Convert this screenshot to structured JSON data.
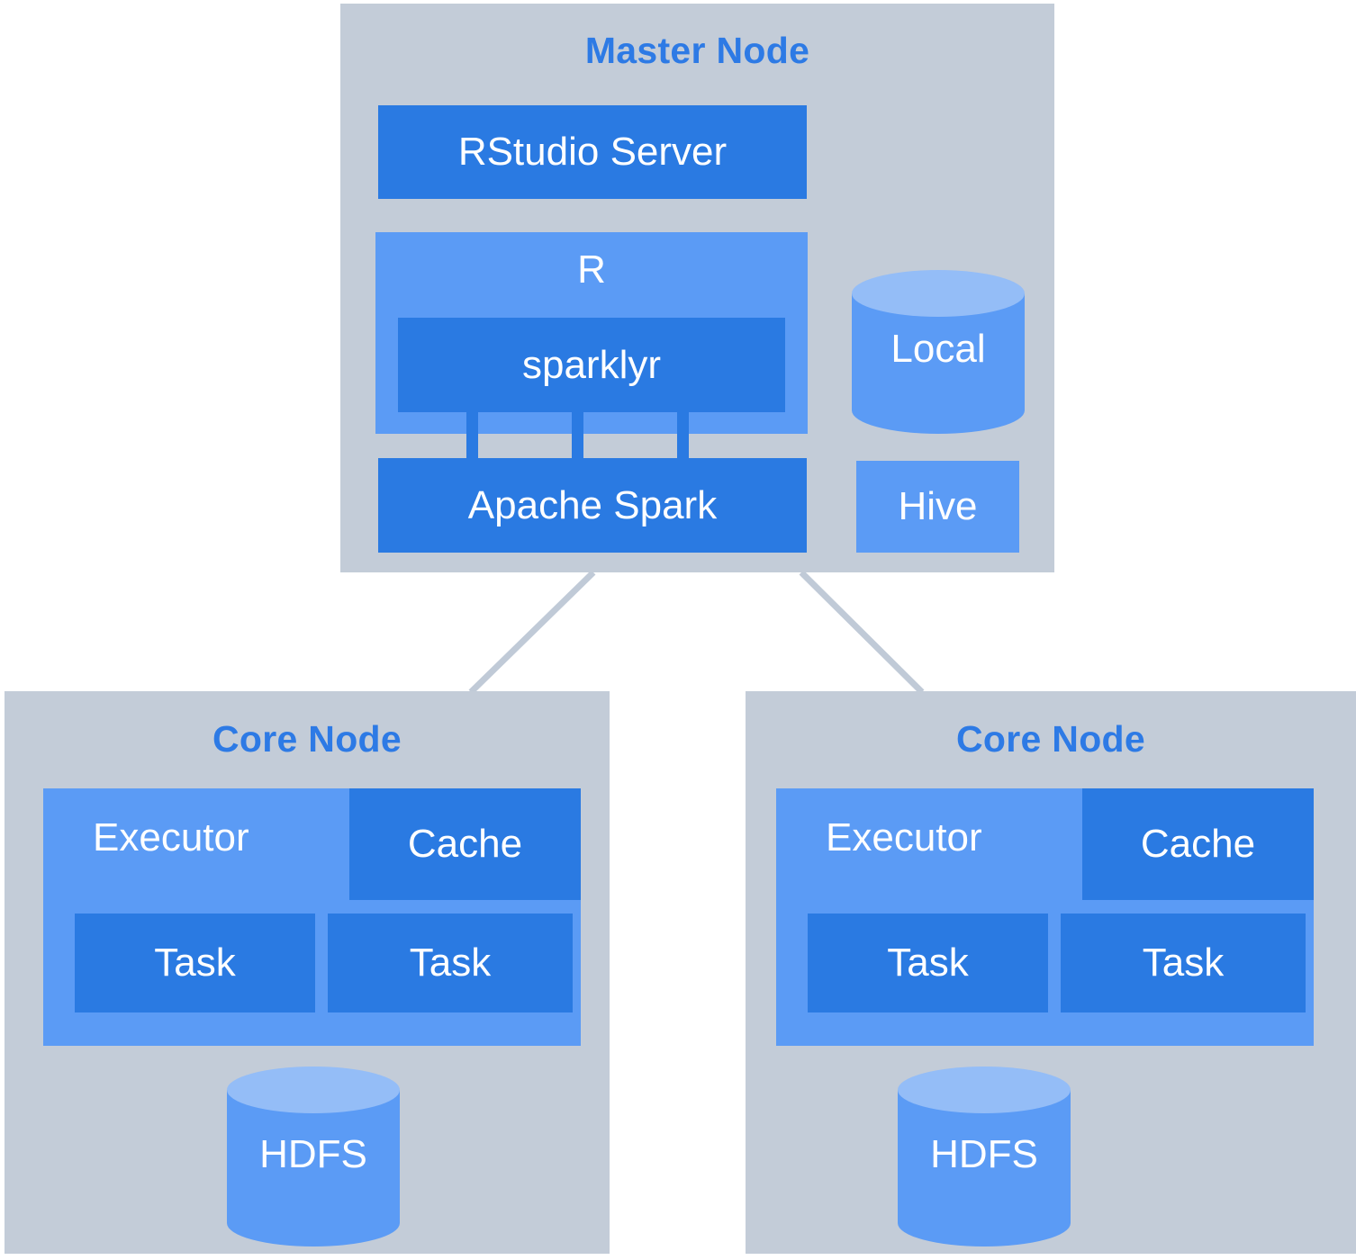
{
  "diagram": {
    "title_master": "Master Node",
    "title_core_left": "Core Node",
    "title_core_right": "Core Node",
    "colors": {
      "panel_gray": "#c3ccd8",
      "blue_dark": "#2a7ae2",
      "blue_light": "#5b9bf5",
      "cylinder_top": "#94bdf7",
      "title_blue": "#2d7ae5",
      "label_white": "#ffffff",
      "edge_gray": "#c0cad7",
      "background": "#ffffff"
    }
  },
  "master_node": {
    "title": "Master Node",
    "rstudio_server": "RStudio Server",
    "r_runtime": "R",
    "sparklyr": "sparklyr",
    "apache_spark": "Apache Spark",
    "local_storage": "Local",
    "hive": "Hive"
  },
  "core_nodes": [
    {
      "title": "Core Node",
      "executor": "Executor",
      "cache": "Cache",
      "tasks": [
        "Task",
        "Task"
      ],
      "hdfs": "HDFS"
    },
    {
      "title": "Core Node",
      "executor": "Executor",
      "cache": "Cache",
      "tasks": [
        "Task",
        "Task"
      ],
      "hdfs": "HDFS"
    }
  ]
}
